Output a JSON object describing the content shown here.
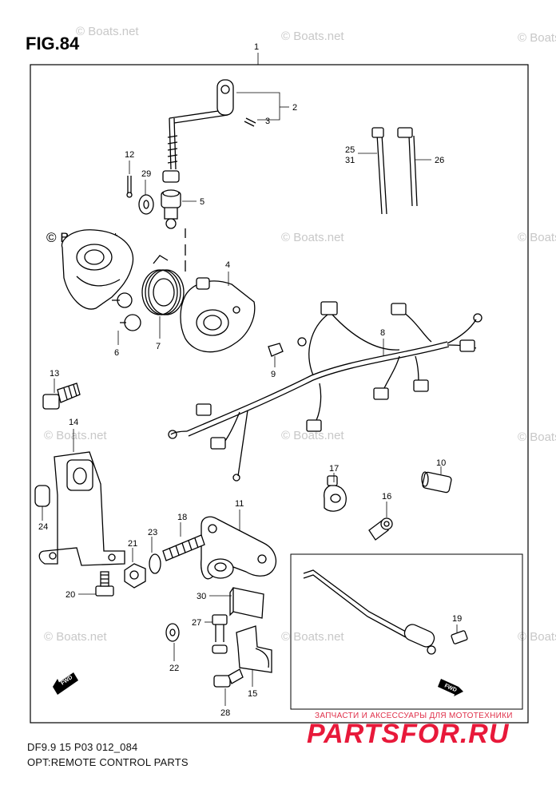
{
  "figure": {
    "title": "FIG.84",
    "model_code": "DF9.9 15 P03 012_084",
    "section_title": "OPT:REMOTE CONTROL PARTS"
  },
  "watermark": "© Boats.net",
  "branding": {
    "tagline": "ЗАПЧАСТИ И АКСЕССУАРЫ ДЛЯ МОТОТЕХНИКИ",
    "name": "PARTSFOR.RU",
    "color": "#e8193a"
  },
  "direction_markers": [
    "FWD",
    "FWD"
  ],
  "callouts": [
    "1",
    "2",
    "3",
    "4",
    "5",
    "6",
    "7",
    "8",
    "9",
    "10",
    "11",
    "12",
    "13",
    "14",
    "15",
    "16",
    "17",
    "18",
    "19",
    "20",
    "21",
    "22",
    "23",
    "24",
    "25",
    "26",
    "27",
    "28",
    "29",
    "30",
    "31"
  ],
  "icons": [
    "fwd-arrow-icon"
  ]
}
